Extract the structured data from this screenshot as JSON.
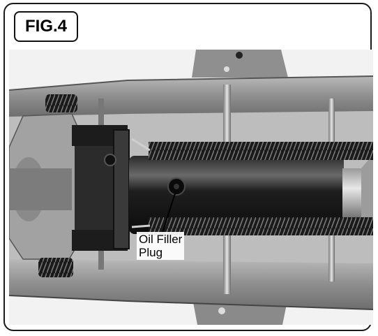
{
  "figure": {
    "label": "FIG.4"
  },
  "callout": {
    "line1": "Oil Filler",
    "line2": "Plug"
  }
}
